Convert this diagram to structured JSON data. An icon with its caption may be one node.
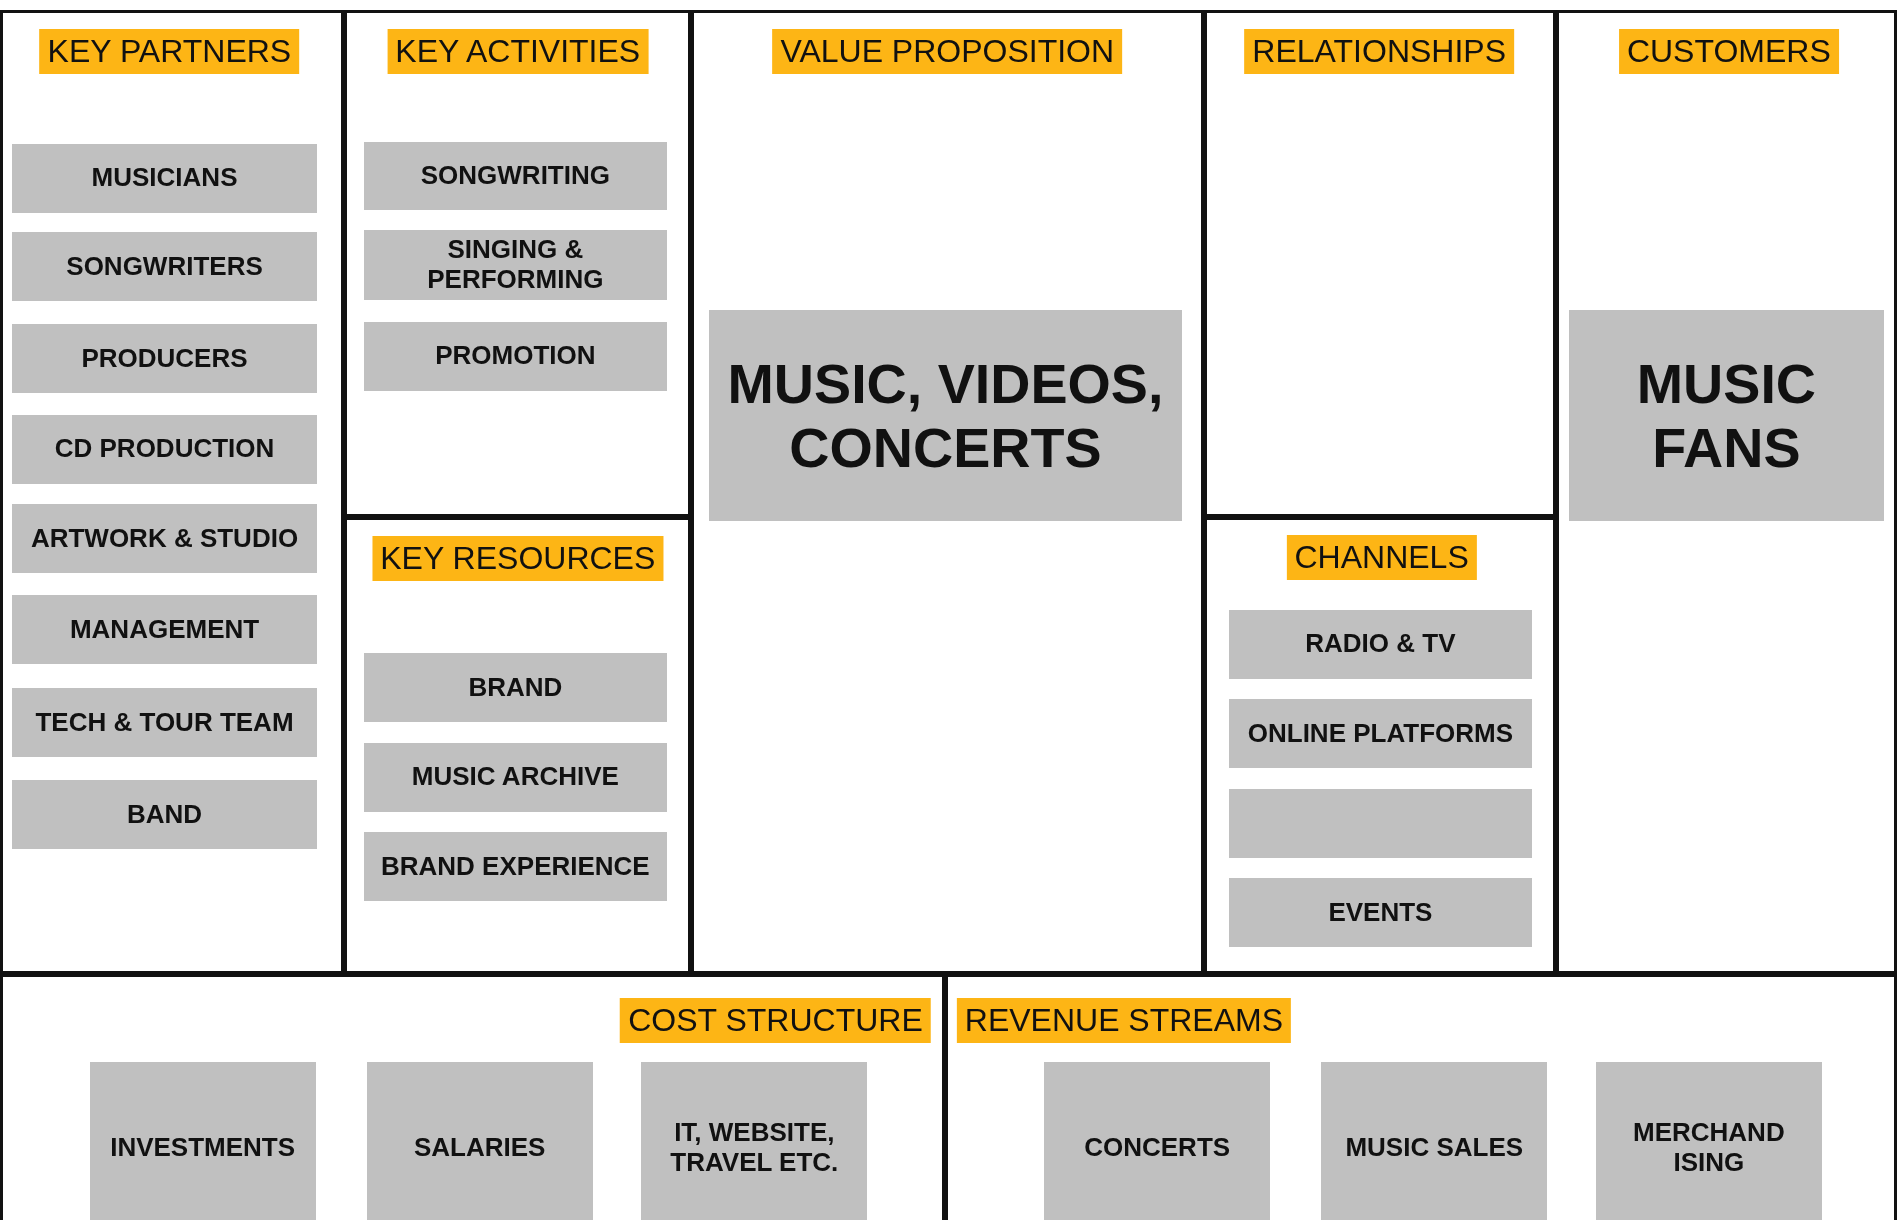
{
  "diagram": {
    "nodes": [
      {
        "text": [
          "KEY PARTNERS"
        ]
      },
      {
        "text": [
          "MUSICIANS"
        ],
        "in": 0
      },
      {
        "text": [
          "SONGWRITERS"
        ],
        "in": 0
      },
      {
        "text": [
          "PRODUCERS"
        ],
        "in": 0
      },
      {
        "text": [
          "CD PRODUCTION"
        ],
        "in": 0
      },
      {
        "text": [
          "ARTWORK & STUDIO"
        ],
        "in": 0
      },
      {
        "text": [
          "MANAGEMENT"
        ],
        "in": 0
      },
      {
        "text": [
          "TECH & TOUR TEAM"
        ],
        "in": 0
      },
      {
        "text": [
          "BAND"
        ],
        "in": 0
      },
      {
        "text": [
          "KEY ACTIVITIES"
        ]
      },
      {
        "text": [
          "SONGWRITING"
        ],
        "in": 9
      },
      {
        "text": [
          "SINGING & PERFORMING"
        ],
        "in": 9
      },
      {
        "text": [
          "PROMOTION"
        ],
        "in": 9
      },
      {
        "text": [
          "KEY RESOURCES"
        ]
      },
      {
        "text": [
          "BRAND"
        ],
        "in": 13
      },
      {
        "text": [
          "MUSIC ARCHIVE"
        ],
        "in": 13
      },
      {
        "text": [
          "BRAND EXPERIENCE"
        ],
        "in": 13
      },
      {
        "text": [
          "VALUE PROPOSITION"
        ]
      },
      {
        "text": [
          "MUSIC, VIDEOS, CONCERTS"
        ],
        "in": 17
      },
      {
        "text": [
          "RELATIONSHIPS"
        ]
      },
      {
        "text": [
          "CHANNELS"
        ]
      },
      {
        "text": [
          "RADIO & TV"
        ],
        "in": 20
      },
      {
        "text": [
          "ONLINE PLATFORMS"
        ],
        "in": 20
      },
      {
        "text": [],
        "shape": "box",
        "in": 20
      },
      {
        "text": [
          "EVENTS"
        ],
        "in": 20
      },
      {
        "text": [
          "CUSTOMERS"
        ]
      },
      {
        "text": [
          "MUSIC FANS"
        ],
        "in": 25
      },
      {
        "text": [
          "COST STRUCTURE"
        ]
      },
      {
        "text": [
          "INVESTMENTS"
        ],
        "in": 27
      },
      {
        "text": [
          "SALARIES"
        ],
        "in": 27
      },
      {
        "text": [
          "IT, WEBSITE, TRAVEL ETC."
        ],
        "in": 27
      },
      {
        "text": [
          "REVENUE STREAMS"
        ]
      },
      {
        "text": [
          "CONCERTS"
        ],
        "in": 31
      },
      {
        "text": [
          "MUSIC SALES"
        ],
        "in": 31
      },
      {
        "text": [
          "MERCHAND ISING"
        ],
        "in": 31
      }
    ]
  }
}
